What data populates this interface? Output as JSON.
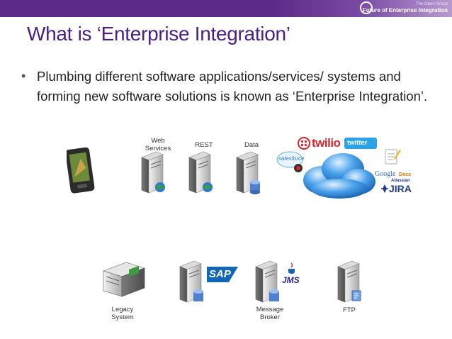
{
  "header": {
    "brand_small": "The Open Group",
    "brand_title": "Future of Enterprise Integration"
  },
  "slide": {
    "title": "What is ‘Enterprise Integration’",
    "bullet": "•",
    "body": "Plumbing different software applications/services/ systems and forming new software solutions is known as ‘Enterprise Integration’."
  },
  "labels": {
    "web_services": "Web\nServices",
    "rest": "REST",
    "data": "Data",
    "legacy_system": "Legacy\nSystem",
    "message_broker": "Message\nBroker",
    "ftp": "FTP"
  },
  "logos": {
    "twilio": "twilio",
    "twitter": "twitter",
    "salesforce": "salesforce",
    "google_docs_google": "Google",
    "google_docs_docs": "Docs",
    "atlassian": "Atlassian",
    "jira": "JIRA",
    "sap": "SAP",
    "jms": "JMS"
  },
  "colors": {
    "title": "#4b1e84",
    "header": "#5b2a86",
    "twilio_red": "#e01f2c",
    "twitter_blue": "#2aa3e8",
    "sap_blue": "#1266b5",
    "jira_blue": "#1f3a8a",
    "cloud_blue": "#1e73c9"
  }
}
